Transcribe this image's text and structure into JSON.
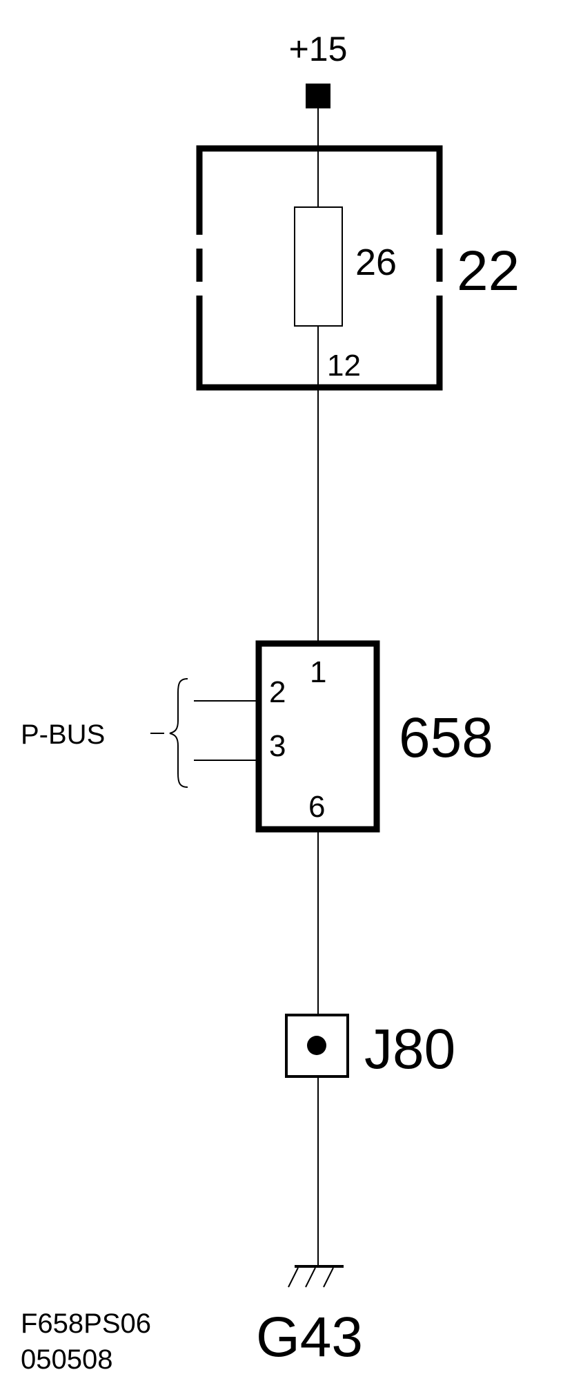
{
  "supply": {
    "label": "+15"
  },
  "fuse_box": {
    "id": "22",
    "fuse": {
      "number": "26",
      "pin": "12"
    }
  },
  "module": {
    "id": "658",
    "pins": {
      "top": "1",
      "bus_a": "2",
      "bus_b": "3",
      "bottom": "6"
    }
  },
  "bus": {
    "label": "P-BUS"
  },
  "splice": {
    "id": "J80"
  },
  "ground": {
    "id": "G43"
  },
  "footer": {
    "code": "F658PS06",
    "date": "050508"
  }
}
